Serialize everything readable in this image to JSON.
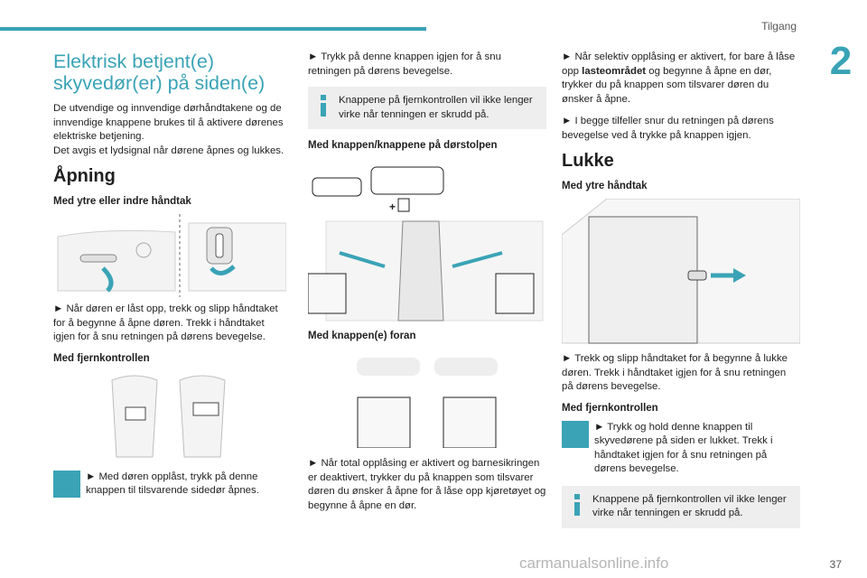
{
  "header": {
    "section": "Tilgang",
    "chapter": "2"
  },
  "col1": {
    "title": "Elektrisk betjent(e) skyvedør(er) på siden(e)",
    "intro": "De utvendige og innvendige dørhåndtakene og de innvendige knappene brukes til å aktivere dørenes elektriske betjening.\nDet avgis et lydsignal når dørene åpnes og lukkes.",
    "h_open": "Åpning",
    "sub_handle": "Med ytre eller indre håndtak",
    "p_handle": "► Når døren er låst opp, trekk og slipp håndtaket for å begynne å åpne døren. Trekk i håndtaket igjen for å snu retningen på dørens bevegelse.",
    "sub_remote": "Med fjernkontrollen",
    "p_remote": "► Med døren opplåst, trykk på denne knappen til tilsvarende sidedør åpnes."
  },
  "col2": {
    "p_again": "► Trykk på denne knappen igjen for å snu retningen på dørens bevegelse.",
    "note": "Knappene på fjernkontrollen vil ikke lenger virke når tenningen er skrudd på.",
    "sub_pillar": "Med knappen/knappene på dørstolpen",
    "sub_front": "Med knappen(e) foran",
    "p_front": "► Når total opplåsing er aktivert og barnesikringen er deaktivert, trykker du på knappen som tilsvarer døren du ønsker å åpne for å låse opp kjøretøyet og begynne å åpne en dør."
  },
  "col3": {
    "p_selective": "► Når selektiv opplåsing er aktivert, for bare å låse opp lasteområdet og begynne å åpne en dør, trykker du på knappen som tilsvarer døren du ønsker å åpne.",
    "p_selective_bold": "lasteområdet",
    "p_reverse": "► I begge tilfeller snur du retningen på dørens bevegelse ved å trykke på knappen igjen.",
    "h_close": "Lukke",
    "sub_outer": "Med ytre håndtak",
    "p_outer": "► Trekk og slipp håndtaket for å begynne å lukke døren. Trekk i håndtaket igjen for å snu retningen på dørens bevegelse.",
    "sub_remote": "Med fjernkontrollen",
    "p_remote": "► Trykk og hold denne knappen til skyvedørene på siden er lukket. Trekk i håndtaket igjen for å snu retningen på dørens bevegelse.",
    "note": "Knappene på fjernkontrollen vil ikke lenger virke når tenningen er skrudd på."
  },
  "footer": {
    "page": "37",
    "watermark": "carmanualsonline.info"
  },
  "colors": {
    "accent": "#3aa3b6",
    "note_bg": "#eeeeee"
  }
}
